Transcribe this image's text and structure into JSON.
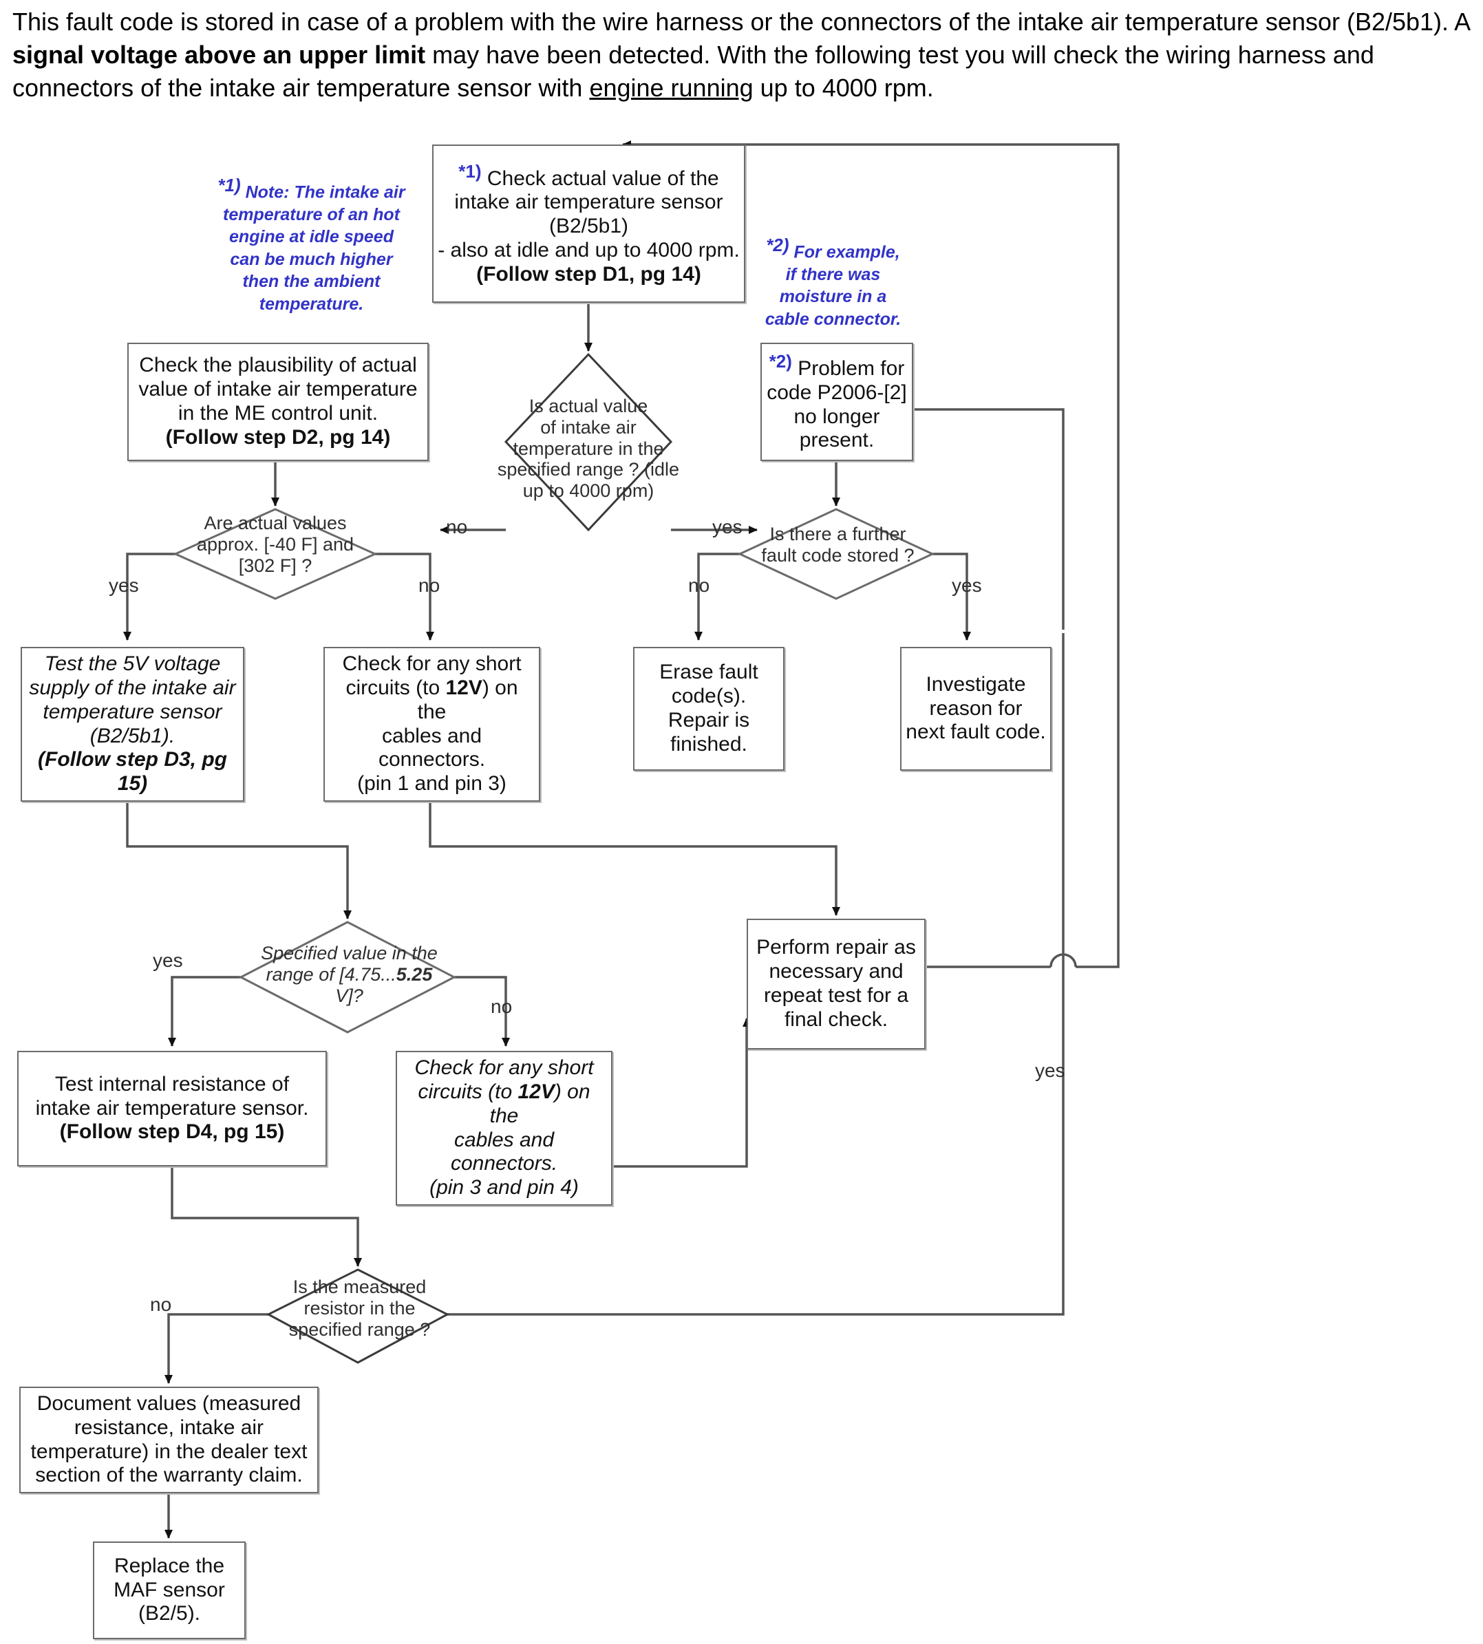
{
  "intro": {
    "part1": "This fault code is stored in case of a problem with the wire harness or the connectors of the intake air temperature sensor (B2/5b1). A ",
    "emphasis": "signal voltage above an upper limit",
    "part2": " may have been detected. With the following test you will check the wiring harness and connectors of the intake air temperature sensor with ",
    "underlined": "engine running",
    "part3": " up to 4000 rpm."
  },
  "notes": {
    "note1": {
      "marker": "*1)",
      "lead": "Note:",
      "text": "The intake air temperature of an hot engine at idle speed can be much higher then the ambient temperature."
    },
    "note2": {
      "marker": "*2)",
      "text": "For example, if there was moisture in a cable connector."
    }
  },
  "nodes": {
    "check_actual_value": {
      "marker": "*1)",
      "line1": "Check actual value of the",
      "line2": "intake air temperature sensor",
      "line3": "(B2/5b1)",
      "line4": "- also at idle and up to 4000 rpm.",
      "line5": "(Follow step D1, pg 14)"
    },
    "check_plausibility": {
      "line1": "Check the plausibility of actual",
      "line2": "value of intake air temperature",
      "line3": "in the ME control unit.",
      "line4": "(Follow step D2, pg 14)"
    },
    "problem_no_longer": {
      "marker": "*2)",
      "line1": "Problem for",
      "line2": "code P2006-[2]",
      "line3": "no longer",
      "line4": "present."
    },
    "test_5v": {
      "line1": "Test the 5V voltage",
      "line2": "supply of the intake air",
      "line3": "temperature sensor",
      "line4": "(B2/5b1).",
      "line5": "(Follow step D3, pg 15)"
    },
    "short_pin13": {
      "line1": "Check for any short",
      "line2a": "circuits (to ",
      "line2b": "12V",
      "line2c": ") on the",
      "line3": "cables and connectors.",
      "line4": "(pin 1 and pin 3)"
    },
    "erase_fault": {
      "line1": "Erase fault",
      "line2": "code(s).",
      "line3": "Repair is",
      "line4": "finished."
    },
    "investigate": {
      "line1": "Investigate",
      "line2": "reason for",
      "line3": "next fault code."
    },
    "perform_repair": {
      "line1": "Perform repair as",
      "line2": "necessary and",
      "line3": "repeat test  for a",
      "line4": "final check."
    },
    "test_resistance": {
      "line1": "Test internal resistance of",
      "line2": "intake air temperature sensor.",
      "line3": "(Follow step D4, pg 15)"
    },
    "short_pin34": {
      "line1": "Check for any short",
      "line2a": "circuits (to ",
      "line2b": "12V",
      "line2c": ") on the",
      "line3": "cables and connectors.",
      "line4": "(pin 3 and pin 4)"
    },
    "document_values": {
      "line1": "Document values (measured",
      "line2": "resistance, intake air",
      "line3": "temperature) in the dealer text",
      "line4": "section of the warranty claim."
    },
    "replace_maf": {
      "line1": "Replace the",
      "line2": "MAF sensor",
      "line3": "(B2/5)."
    }
  },
  "decisions": {
    "d1": {
      "line1": "Is actual value",
      "line2": "of intake air",
      "line3": "temperature in the",
      "line4": "specified range ? (idle",
      "line5": "up to 4000 rpm)"
    },
    "d2": {
      "line1": "Are actual values",
      "line2": "approx. [-40 F] and",
      "line3": "[302 F] ?"
    },
    "d3": {
      "line1": "Is there a further",
      "line2": "fault code stored ?"
    },
    "d4": {
      "line1": "Specified value in the",
      "line2a": "range of [4.75...",
      "line2b": "5.25",
      "line2c": " V]?"
    },
    "d5": {
      "line1": "Is the measured",
      "line2": "resistor in the",
      "line3": "specified range ?"
    }
  },
  "edge_labels": {
    "d1_no": "no",
    "d1_yes": "yes",
    "d2_yes": "yes",
    "d2_no": "no",
    "d3_no": "no",
    "d3_yes": "yes",
    "d4_yes": "yes",
    "d4_no": "no",
    "d5_no": "no",
    "d5_yes": "yes"
  },
  "colors": {
    "note_blue": "#3233c7",
    "box_border": "#6b6b6b",
    "wire": "#555555",
    "text": "#111111"
  }
}
